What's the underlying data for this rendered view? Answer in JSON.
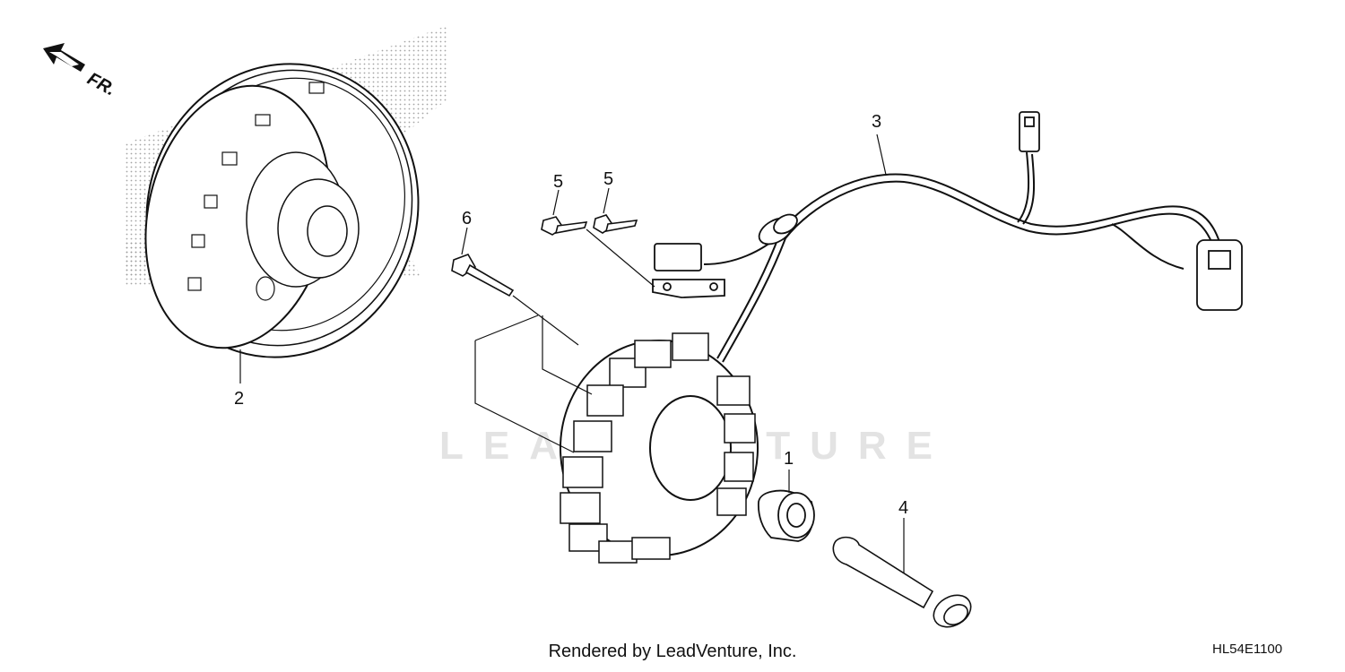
{
  "direction": {
    "label": "FR.",
    "icon": "arrow-front-icon"
  },
  "watermark": "LEADVENTURE",
  "callouts": {
    "c1": "1",
    "c2": "2",
    "c3": "3",
    "c4": "4",
    "c5a": "5",
    "c5b": "5",
    "c6": "6"
  },
  "footer": {
    "rendered_by": "Rendered by LeadVenture, Inc.",
    "diagram_code": "HL54E1100"
  }
}
